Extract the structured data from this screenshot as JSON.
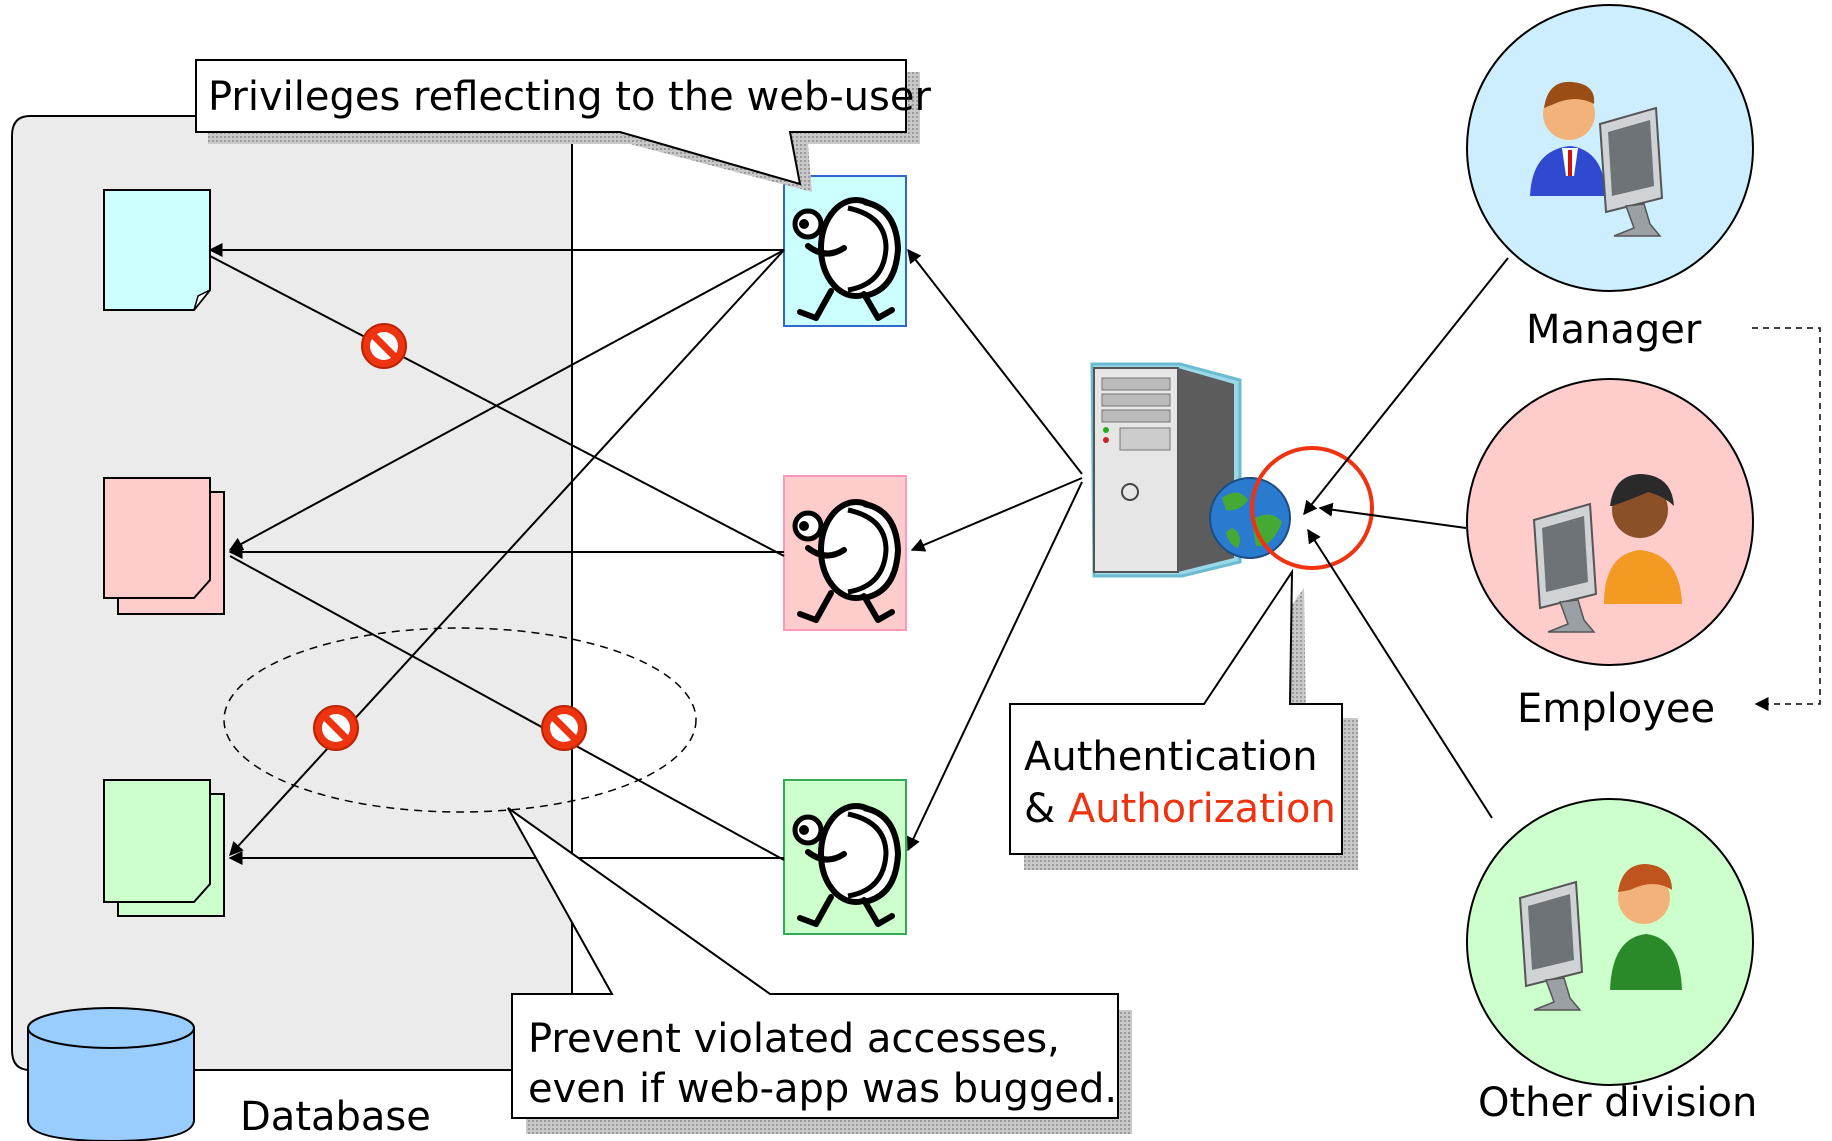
{
  "callouts": {
    "privileges": "Privileges reflecting to the web-user",
    "auth_line1": "Authentication",
    "auth_line2_prefix": "& ",
    "auth_line2_highlight": "Authorization",
    "prevent_line1": "Prevent violated accesses,",
    "prevent_line2": "even if web-app was bugged."
  },
  "database": {
    "label": "Database"
  },
  "roles": [
    {
      "label": "Manager",
      "color": "#cceeff"
    },
    {
      "label": "Employee",
      "color": "#ffcccc"
    },
    {
      "label": "Other division",
      "color": "#ccffcc"
    }
  ],
  "colors": {
    "doc_cyan": "#ccffff",
    "doc_pink": "#ffcccc",
    "doc_green": "#ccffcc",
    "panel_gray": "#ebebeb",
    "forbidden_red": "#ee3311",
    "highlight_red": "#ee3311",
    "db_blue": "#99ccff"
  },
  "icons": {
    "forbidden": "no-entry-icon",
    "web_user": "walking-character-icon",
    "server": "server-globe-icon",
    "person": "person-computer-icon"
  }
}
